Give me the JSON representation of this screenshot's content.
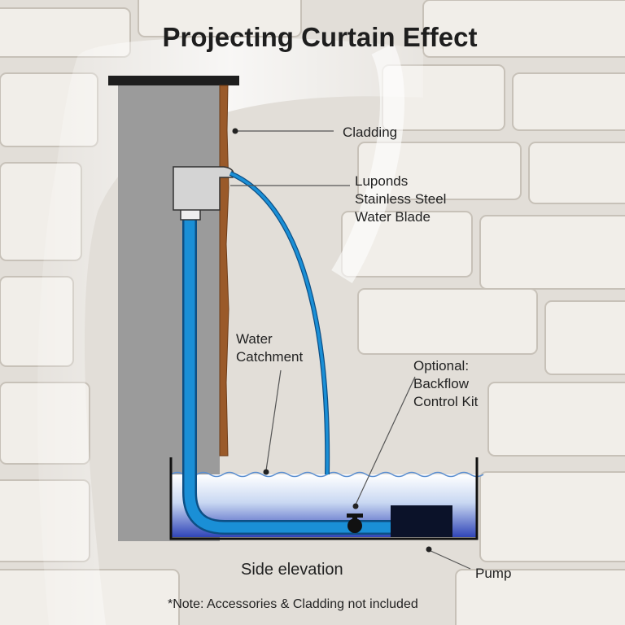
{
  "title": "Projecting Curtain Effect",
  "labels": {
    "cladding": "Cladding",
    "blade_line1": "Luponds",
    "blade_line2": "Stainless Steel",
    "blade_line3": "Water Blade",
    "catchment_line1": "Water",
    "catchment_line2": "Catchment",
    "backflow_line1": "Optional:",
    "backflow_line2": "Backflow",
    "backflow_line3": "Control Kit",
    "pump": "Pump",
    "view": "Side elevation",
    "note": "*Note: Accessories & Cladding not included"
  },
  "colors": {
    "pipe": "#1a8fd6",
    "pipe_outline": "#0d4f85",
    "wall": "#9b9b9b",
    "cladding": "#9a5a2a",
    "water_top": "#ffffff",
    "water_bottom": "#3045b8",
    "pump": "#0b1229",
    "basin_outline": "#111111"
  }
}
